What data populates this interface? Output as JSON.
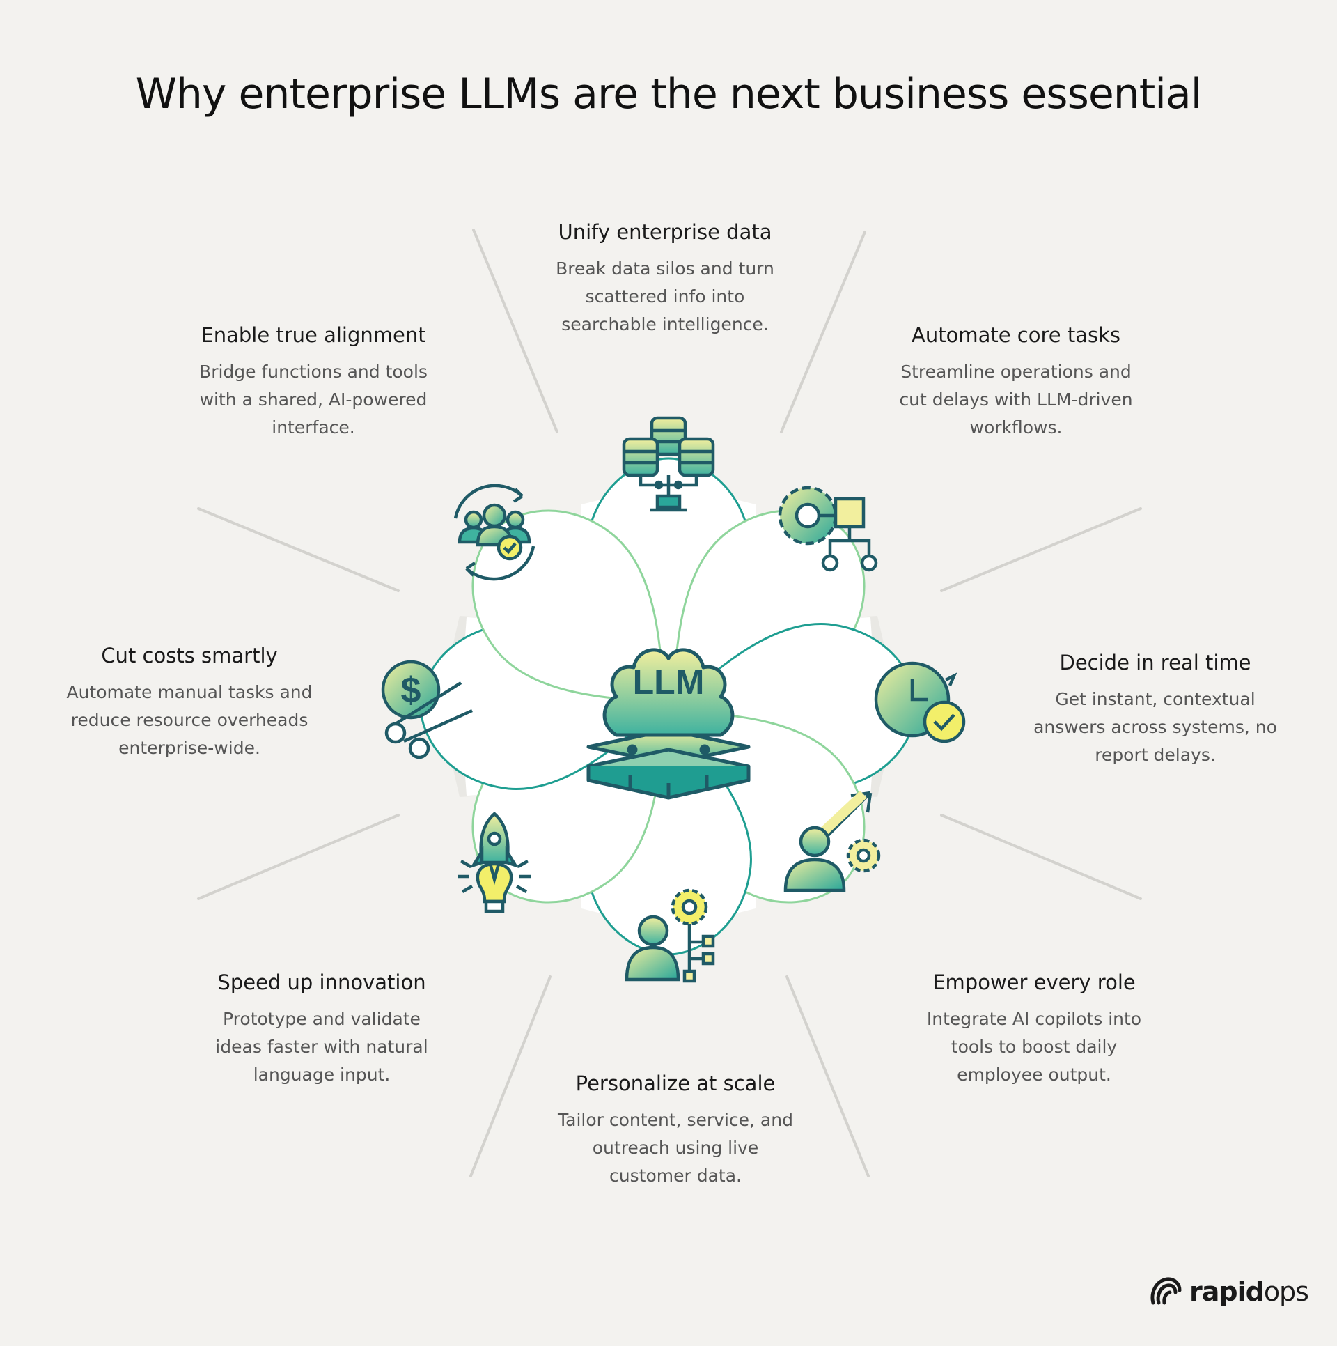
{
  "title": "Why enterprise LLMs are the next business essential",
  "center": {
    "label": "LLM",
    "icon": "brain-server-stack-icon"
  },
  "colors": {
    "background": "#f3f2ef",
    "teal": "#1e9e91",
    "green": "#8fd59c",
    "dark": "#1f5a66",
    "gradient_start": "#f2ef9e",
    "gradient_end": "#2aa79a",
    "connector": "#d3d2ce"
  },
  "features": [
    {
      "id": "unify",
      "title": "Unify enterprise data",
      "desc": [
        "Break data silos and turn",
        "scattered info into",
        "searchable intelligence."
      ],
      "icon": "database-network-icon"
    },
    {
      "id": "automate",
      "title": "Automate core tasks",
      "desc": [
        "Streamline operations and",
        "cut delays with LLM-driven",
        "workflows."
      ],
      "icon": "gear-workflow-icon"
    },
    {
      "id": "decide",
      "title": "Decide in real time",
      "desc": [
        "Get instant, contextual",
        "answers across systems, no",
        "report delays."
      ],
      "icon": "clock-check-icon"
    },
    {
      "id": "empower",
      "title": "Empower every role",
      "desc": [
        "Integrate AI copilots into",
        "tools to boost daily",
        "employee output."
      ],
      "icon": "person-growth-icon"
    },
    {
      "id": "personalize",
      "title": "Personalize at scale",
      "desc": [
        "Tailor content, service, and",
        "outreach using live",
        "customer data."
      ],
      "icon": "person-gear-icon"
    },
    {
      "id": "innovate",
      "title": "Speed up innovation",
      "desc": [
        "Prototype and validate",
        "ideas faster with natural",
        "language input."
      ],
      "icon": "rocket-bulb-icon"
    },
    {
      "id": "costs",
      "title": "Cut costs smartly",
      "desc": [
        "Automate manual tasks and",
        "reduce resource overheads",
        "enterprise-wide."
      ],
      "icon": "coin-scissors-icon"
    },
    {
      "id": "align",
      "title": "Enable true alignment",
      "desc": [
        "Bridge functions and tools",
        "with a shared, AI-powered",
        "interface."
      ],
      "icon": "team-sync-icon"
    }
  ],
  "brand": {
    "part1": "rapid",
    "part2": "ops",
    "icon": "rapidops-logo-icon"
  }
}
